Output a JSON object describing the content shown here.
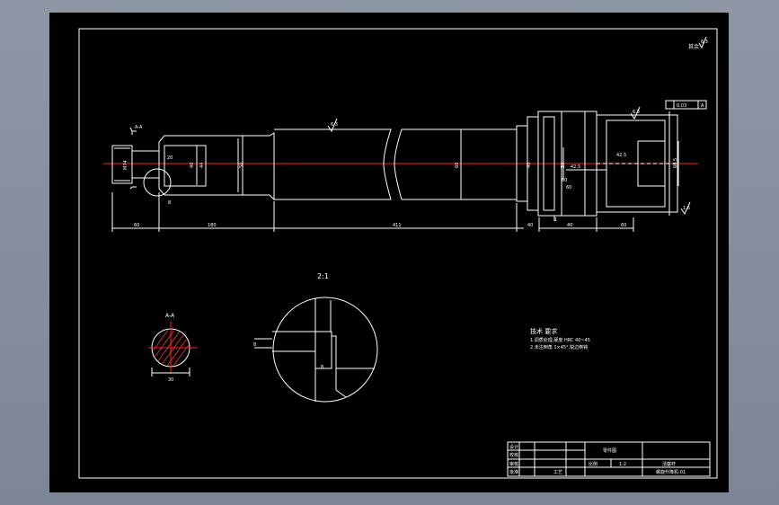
{
  "title_mark": "其余",
  "roughness": {
    "r1": "6.3",
    "r2": "6.3",
    "r3": "1.6",
    "r4": "6.3"
  },
  "section_label": "A-A",
  "scale_note": "2:1",
  "dims": {
    "d1": "M74",
    "d2": "20",
    "d3": "8",
    "d4": "40",
    "d5": "44",
    "d6": "50",
    "d7": "60",
    "d8": "40",
    "d9": "50",
    "d10": "42.5",
    "d11": "60",
    "d12": "60",
    "d13": "42.5",
    "d14": "60.5",
    "len1": "60",
    "len2": "180",
    "len3": "411",
    "len4": "40",
    "len5": "40",
    "len6": "60",
    "tol1": "0.03",
    "tol2": "A",
    "sec_w": "30",
    "det1": "8",
    "det2": "8",
    "ang1": "1"
  },
  "tech_req": {
    "title": "技术 要求",
    "line1": "1.调质处理,硬度 HRC 40~45",
    "line2": "2.未注倒角 1×45°,锐边倒钝"
  },
  "title_block": {
    "r_design": "设计",
    "r_check": "校核",
    "r_review": "审核",
    "r_approve": "批准",
    "r_craft": "工艺",
    "part_no": "零件图",
    "scale_label": "比例",
    "scale_value": "1:2",
    "part_name": "活塞杆",
    "drawing_no": "螺旋升降机-01"
  }
}
